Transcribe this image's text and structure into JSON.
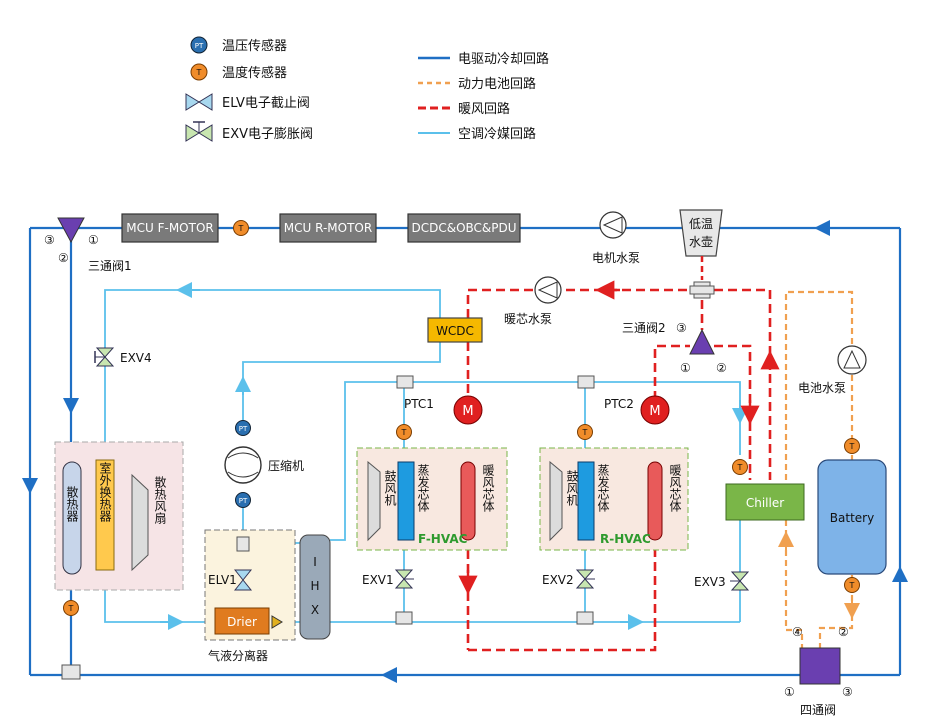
{
  "legend": {
    "pt_sensor": "温压传感器",
    "t_sensor": "温度传感器",
    "elv": "ELV电子截止阀",
    "exv": "EXV电子膨胀阀",
    "motor_loop": "电驱动冷却回路",
    "battery_loop": "动力电池回路",
    "heater_loop": "暖风回路",
    "ac_loop": "空调冷媒回路"
  },
  "components": {
    "mcu_f": "MCU F-MOTOR",
    "mcu_r": "MCU R-MOTOR",
    "dcdc": "DCDC&OBC&PDU",
    "motor_pump": "电机水泵",
    "reservoir_l1": "低温",
    "reservoir_l2": "水壶",
    "valve3_1": "三通阀1",
    "valve3_2": "三通阀2",
    "heater_pump": "暖芯水泵",
    "wcdc": "WCDC",
    "compressor": "压缩机",
    "ptc1": "PTC1",
    "ptc2": "PTC2",
    "f_hvac": "F-HVAC",
    "r_hvac": "R-HVAC",
    "evap": "蒸发芯体",
    "heater_core": "暖风芯体",
    "blower": "鼓风机",
    "chiller": "Chiller",
    "battery": "Battery",
    "battery_pump": "电池水泵",
    "radiator": "散热器",
    "outdoor_hx": "室外换热器",
    "fan": "散热风扇",
    "drier": "Drier",
    "separator": "气液分离器",
    "ihx_i": "I",
    "ihx_h": "H",
    "ihx_x": "X",
    "elv1": "ELV1",
    "exv1": "EXV1",
    "exv2": "EXV2",
    "exv3": "EXV3",
    "exv4": "EXV4",
    "valve4": "四通阀",
    "m_symbol": "M",
    "pt": "PT",
    "t": "T"
  },
  "ports": {
    "p1": "①",
    "p2": "②",
    "p3": "③",
    "p4": "④"
  },
  "colors": {
    "motor_loop": "#1f6fc4",
    "battery_loop": "#f0a050",
    "heater_loop": "#e02020",
    "ac_loop": "#5bc0eb",
    "gray_box": "#7a7a7a",
    "wcdc": "#f5b800",
    "chiller": "#7ab648",
    "battery": "#7eb3e8",
    "drier": "#e07b1f",
    "valve": "#6a3fb0",
    "ptc": "#e02020",
    "sensor_t": "#f08c2a",
    "sensor_pt": "#2a6fb0"
  }
}
